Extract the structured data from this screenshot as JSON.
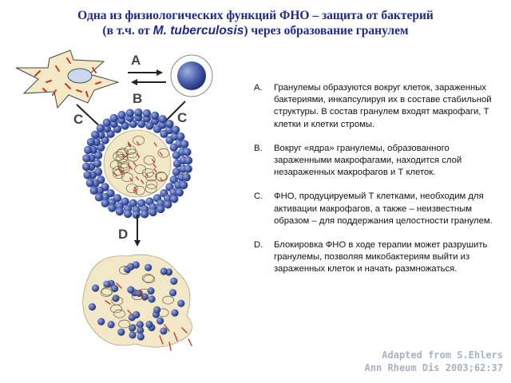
{
  "title": {
    "line1": "Одна из физиологических функций ФНО – защита от бактерий",
    "line2_a": "(в т.ч. от ",
    "line2_em": "M. tuberculosis",
    "line2_b": ") через образование гранулем"
  },
  "diagram": {
    "label_a": "A",
    "label_b": "B",
    "label_c_left": "C",
    "label_c_right": "C",
    "label_d": "D"
  },
  "items": [
    {
      "marker": "A.",
      "text": "Гранулемы образуются вокруг клеток, зараженных бактериями, инкапсулируя их в составе стабильной структуры. В состав гранулем входят макрофаги, Т клетки и клетки стромы."
    },
    {
      "marker": "B.",
      "text": "Вокруг «ядра» гранулемы, образованного зараженными макрофагами, находится слой незараженных макрофагов и Т клеток."
    },
    {
      "marker": "C.",
      "text": "ФНО, продуцируемый Т клетками, необходим для активации макрофагов, а также – неизвестным образом – для поддержания целостности гранулем."
    },
    {
      "marker": "D.",
      "text": "Блокировка ФНО в ходе терапии может разрушить гранулемы, позволяя микобактериям выйти из зараженных клеток и начать размножаться."
    }
  ],
  "credit": {
    "line1": "Adapted from S.Ehlers",
    "line2": "Ann Rheum Dis 2003;62:37"
  }
}
